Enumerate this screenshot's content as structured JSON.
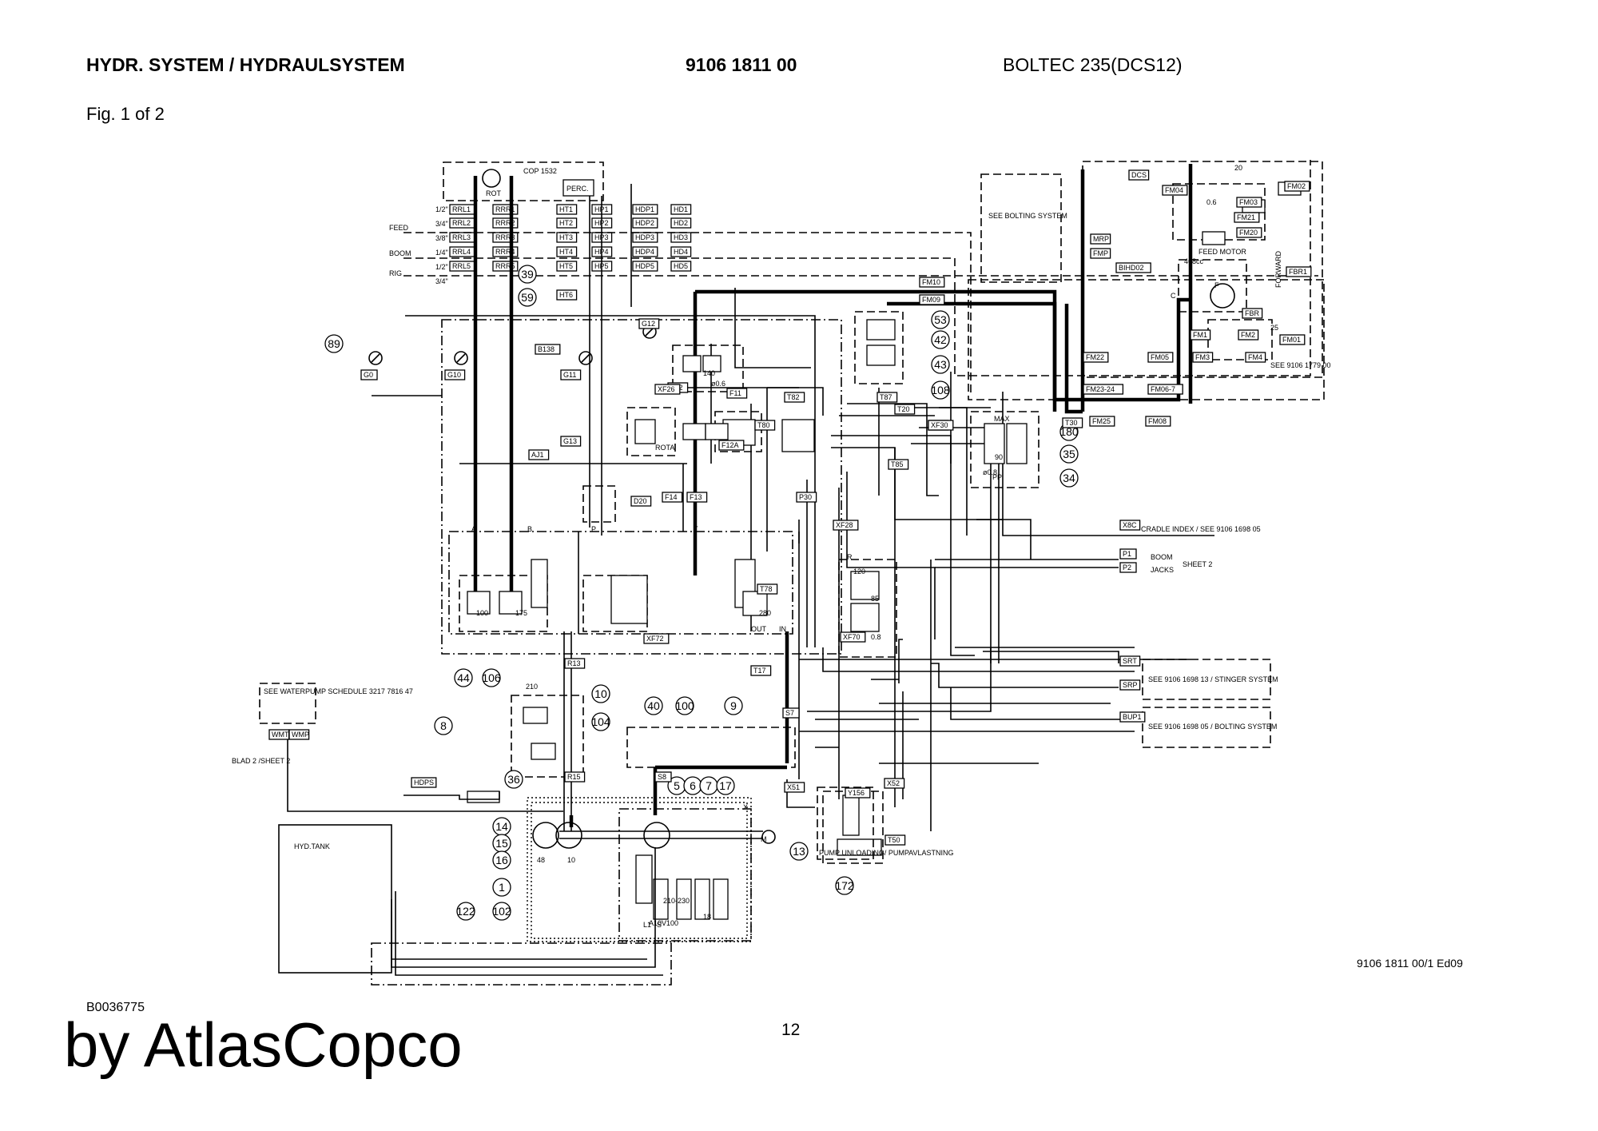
{
  "header": {
    "title": "HYDR. SYSTEM / HYDRAULSYSTEM",
    "part_no": "9106 1811 00",
    "model": "BOLTEC 235(DCS12)",
    "figure": "Fig. 1 of 2"
  },
  "footer": {
    "doc_no": "9106 1811 00/1 Ed09",
    "code": "B0036775",
    "page": "12",
    "brand": "by AtlasCopco"
  },
  "schematic": {
    "cop": "COP 1532",
    "rot": "ROT",
    "perc": "PERC.",
    "feed": "FEED",
    "boom": "BOOM",
    "rig": "RIG",
    "rrl": [
      "RRL1",
      "RRL2",
      "RRL3",
      "RRL4",
      "RRL5"
    ],
    "rrr": [
      "RRR1",
      "RRR2",
      "RRR3",
      "RRR4",
      "RRR5"
    ],
    "ht": [
      "HT1",
      "HT2",
      "HT3",
      "HT4",
      "HT5"
    ],
    "hp": [
      "HP1",
      "HP2",
      "HP3",
      "HP4",
      "HP5"
    ],
    "hdp": [
      "HDP1",
      "HDP2",
      "HDP3",
      "HDP4",
      "HDP5"
    ],
    "hd": [
      "HD1",
      "HD2",
      "HD3",
      "HD4",
      "HD5"
    ],
    "ht6": "HT6",
    "sheet2": "SHEET 2",
    "bolting": "SEE BOLTING SYSTEM",
    "feed_motor": "FEED MOTOR",
    "cc": "468cc",
    "hyd_tank": "HYD.TANK",
    "waterpump": "SEE WATERPUMP SCHEDULE 3217 7816 47",
    "blad": "BLAD 2 /SHEET 2",
    "cradle": "CRADLE INDEX / SEE 9106 1698 05",
    "to_boom": "BOOM",
    "jacks": "JACKS",
    "stinger": "SEE 9106 1698 13 / STINGER SYSTEM",
    "bolting_sys": "SEE 9106 1698 05 / BOLTING SYSTEM",
    "pump_unloading": "PUMP UNLOADING/ PUMPAVLASTNING",
    "a10": "A10V100",
    "rota": "ROTA",
    "see_feed": "SEE 9106 1779 00",
    "forward": "FORWARD",
    "callouts": [
      "89",
      "39",
      "59",
      "53",
      "42",
      "43",
      "108",
      "180",
      "35",
      "34",
      "44",
      "106",
      "10",
      "104",
      "8",
      "36",
      "40",
      "100",
      "9",
      "5",
      "6",
      "7",
      "17",
      "13",
      "172",
      "14",
      "15",
      "16",
      "1",
      "102",
      "122"
    ],
    "codes": [
      "G10",
      "G11",
      "G12",
      "G13",
      "G0",
      "B138",
      "AJ1",
      "F12",
      "F11",
      "F13",
      "F14",
      "F12A",
      "T80",
      "T82",
      "T78",
      "T20",
      "T85",
      "T87",
      "T30",
      "F30",
      "XF26",
      "XF30",
      "XF28",
      "XF70",
      "XF72",
      "P30",
      "D20",
      "R13",
      "R15",
      "S8",
      "S7",
      "T17",
      "X51",
      "X52",
      "T50",
      "Y156",
      "WMT",
      "WMP",
      "HDPS",
      "FM10",
      "FM09",
      "FM25",
      "FM08",
      "FM22",
      "FM23-24",
      "FM05",
      "FM06-7",
      "FM3",
      "FM4",
      "FM1",
      "FM2",
      "FM01",
      "FBR1",
      "FBR",
      "FM20",
      "FM21",
      "FM04",
      "FM03",
      "FM02",
      "DCS",
      "MRP",
      "FMP",
      "BIHD02",
      "X8C",
      "P1",
      "P2",
      "SRT",
      "SRP",
      "BUP1"
    ],
    "sizes": [
      "1/2\"",
      "3/4\"",
      "3/8\"",
      "1/4\"",
      "1/2\"",
      "3/4\""
    ],
    "values": [
      "140",
      "100",
      "175",
      "280",
      "210",
      "120",
      "85",
      "90",
      "20",
      "25",
      "0.6",
      "0.8",
      "10",
      "48",
      "18",
      "210-230",
      "ø0.6",
      "ø0.8",
      "MAX",
      "PP",
      "OUT",
      "IN",
      "L1",
      "S",
      "X",
      "M",
      "A",
      "B",
      "P",
      "T",
      "R",
      "C",
      "F"
    ]
  }
}
